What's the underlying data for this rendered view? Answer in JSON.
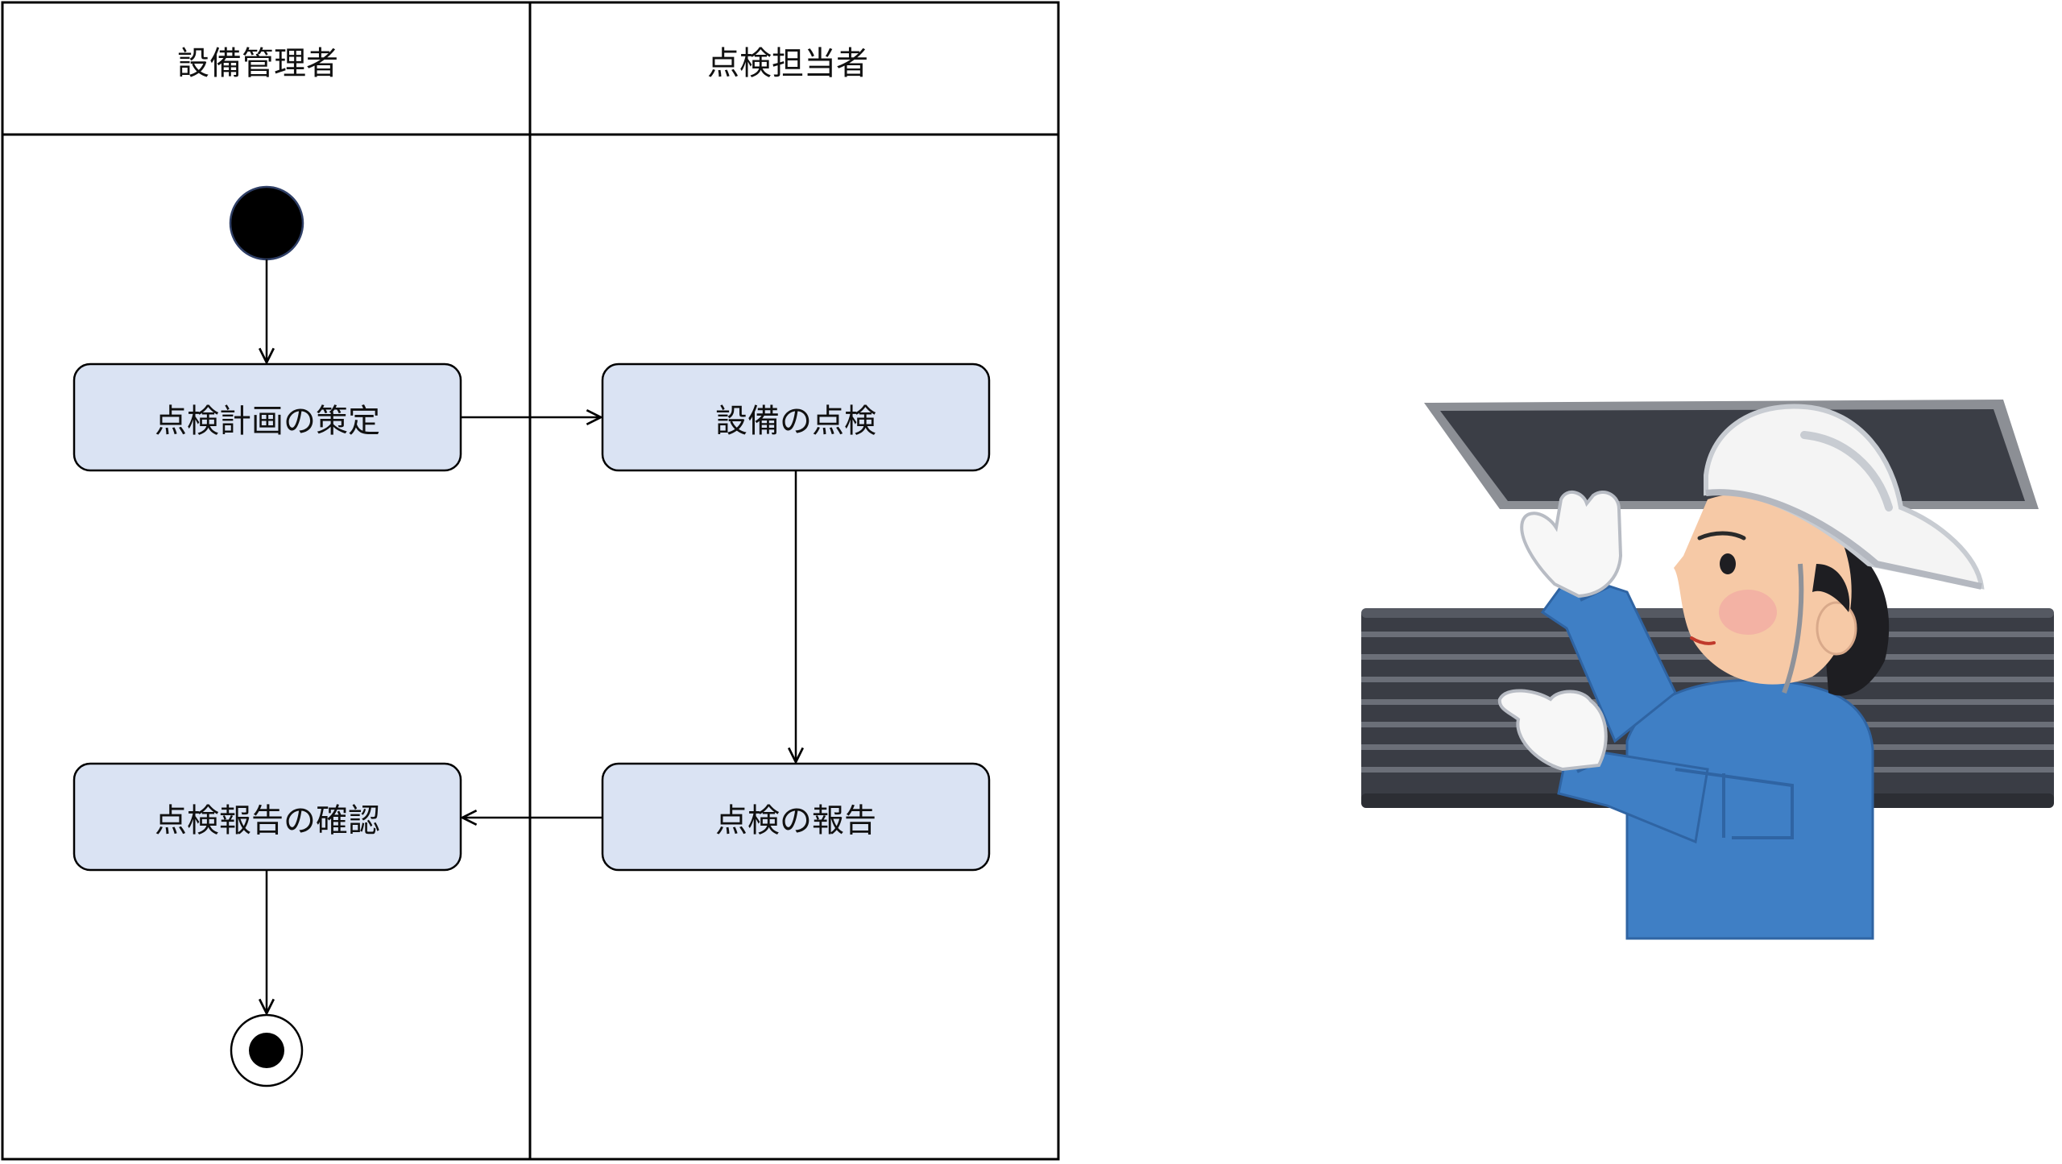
{
  "diagram": {
    "type": "uml-activity-swimlane",
    "lanes": [
      {
        "id": "manager",
        "title": "設備管理者"
      },
      {
        "id": "inspector",
        "title": "点検担当者"
      }
    ],
    "nodes": [
      {
        "id": "plan",
        "lane": "manager",
        "label": "点検計画の策定"
      },
      {
        "id": "inspect",
        "lane": "inspector",
        "label": "設備の点検"
      },
      {
        "id": "report",
        "lane": "inspector",
        "label": "点検の報告"
      },
      {
        "id": "confirm",
        "lane": "manager",
        "label": "点検報告の確認"
      }
    ],
    "edges": [
      {
        "from": "start",
        "to": "plan"
      },
      {
        "from": "plan",
        "to": "inspect"
      },
      {
        "from": "inspect",
        "to": "report"
      },
      {
        "from": "report",
        "to": "confirm"
      },
      {
        "from": "confirm",
        "to": "end"
      }
    ],
    "colors": {
      "node_fill": "#dae3f3",
      "stroke": "#000000"
    }
  },
  "illustration": {
    "subject": "worker-inspecting-ceiling",
    "colors": {
      "uniform": "#3f7fc5",
      "helmet": "#f4f4f4",
      "panel": "#3a3d45",
      "skin": "#f6c9a6"
    }
  }
}
